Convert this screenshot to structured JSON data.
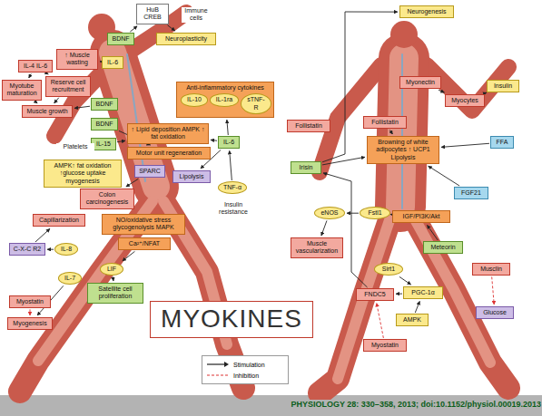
{
  "diagram": {
    "nodes": [
      {
        "text": [
          "HuB CREB"
        ]
      },
      {
        "text": [
          "BDNF"
        ]
      },
      {
        "text": [
          "Neuroplasticity"
        ]
      },
      {
        "text": [
          "↑ Muscle wasting"
        ]
      },
      {
        "text": [
          "IL-4 IL-6"
        ]
      },
      {
        "text": [
          "IL-6"
        ]
      },
      {
        "text": [
          "Myotube maturation"
        ]
      },
      {
        "text": [
          "Reserve cell recruitment"
        ]
      },
      {
        "text": [
          "Muscle growth"
        ]
      },
      {
        "text": [
          "BDNF"
        ]
      },
      {
        "text": [
          "BDNF"
        ]
      },
      {
        "text": [
          "IL-15"
        ]
      },
      {
        "text": [
          "Anti-inflammatory cytokines"
        ]
      },
      {
        "text": [
          "IL-10"
        ],
        "in": 12
      },
      {
        "text": [
          "IL-1ra"
        ],
        "in": 12
      },
      {
        "text": [
          "sTNF-R"
        ],
        "in": 12
      },
      {
        "text": [
          "↑ Lipid deposition AMPK ↑ fat oxidation"
        ]
      },
      {
        "text": [
          "Motor unit regeneration"
        ]
      },
      {
        "text": [
          "IL-6"
        ]
      },
      {
        "text": [
          "AMPK↑ fat oxidation ↑glucose uptake myogenesis"
        ]
      },
      {
        "text": [
          "SPARC"
        ]
      },
      {
        "text": [
          "Lipolysis"
        ]
      },
      {
        "text": [
          "Colon carcinogenesis"
        ]
      },
      {
        "text": [
          "TNF-α"
        ]
      },
      {
        "text": [
          "Capillarization"
        ]
      },
      {
        "text": [
          "NO/oxidative stress glycogenolysis MAPK"
        ]
      },
      {
        "text": [
          "Ca²⁺/NFAT"
        ]
      },
      {
        "text": [
          "C-X-C R2"
        ]
      },
      {
        "text": [
          "IL-8"
        ]
      },
      {
        "text": [
          "LIF"
        ]
      },
      {
        "text": [
          "Satellite cell proliferation"
        ]
      },
      {
        "text": [
          "IL-7"
        ]
      },
      {
        "text": [
          "Myostatin"
        ]
      },
      {
        "text": [
          "Myogenesis"
        ]
      },
      {
        "text": [
          "MYOKINES"
        ]
      },
      {
        "text": [
          "Neurogenesis"
        ]
      },
      {
        "text": [
          "Myonectin"
        ]
      },
      {
        "text": [
          "Myocytes"
        ]
      },
      {
        "text": [
          "Insulin"
        ]
      },
      {
        "text": [
          "Follistatin"
        ]
      },
      {
        "text": [
          "Follistatin"
        ]
      },
      {
        "text": [
          "Browning of white adipocytes ↑ UCP1 Lipolysis"
        ]
      },
      {
        "text": [
          "FFA"
        ]
      },
      {
        "text": [
          "Irisin"
        ]
      },
      {
        "text": [
          "FGF21"
        ]
      },
      {
        "text": [
          "IGF/PI3K/Akt"
        ]
      },
      {
        "text": [
          "eNOS"
        ]
      },
      {
        "text": [
          "Fstl1"
        ]
      },
      {
        "text": [
          "Muscle vascularization"
        ]
      },
      {
        "text": [
          "Sirt1"
        ]
      },
      {
        "text": [
          "Meteorin"
        ]
      },
      {
        "text": [
          "Musclin"
        ]
      },
      {
        "text": [
          "FNDC5"
        ]
      },
      {
        "text": [
          "PGC-1α"
        ]
      },
      {
        "text": [
          "AMPK"
        ]
      },
      {
        "text": [
          "Myostatin"
        ]
      },
      {
        "text": [
          "Glucose"
        ]
      }
    ],
    "edges": [
      {
        "from": 1,
        "to": 0,
        "arrow": "to"
      },
      {
        "from": 0,
        "to": 2,
        "arrow": "to"
      },
      {
        "from": 5,
        "to": 3,
        "arrow": "to"
      },
      {
        "from": 4,
        "to": 6,
        "arrow": "to"
      },
      {
        "from": 4,
        "to": 7,
        "arrow": "to"
      },
      {
        "from": 6,
        "to": 8,
        "arrow": "to"
      },
      {
        "from": 7,
        "to": 8,
        "arrow": "to"
      },
      {
        "from": 9,
        "to": 8,
        "arrow": "to"
      },
      {
        "from": 11,
        "to": 16,
        "arrow": "to"
      },
      {
        "from": 10,
        "to": 17,
        "arrow": "to"
      },
      {
        "from": 18,
        "to": 12,
        "arrow": "to"
      },
      {
        "from": 18,
        "to": 16,
        "arrow": "to"
      },
      {
        "from": 20,
        "to": 22,
        "arrow": "to"
      },
      {
        "from": 18,
        "to": 21,
        "arrow": "to"
      },
      {
        "from": 28,
        "to": 27,
        "arrow": "to"
      },
      {
        "from": 27,
        "to": 24,
        "arrow": "to"
      },
      {
        "from": 29,
        "to": 30,
        "arrow": "to"
      },
      {
        "from": 31,
        "to": 33,
        "arrow": "to"
      },
      {
        "from": 32,
        "to": 33,
        "arrow": "to"
      },
      {
        "from": 43,
        "to": 41,
        "arrow": "to"
      },
      {
        "from": 40,
        "to": 41,
        "arrow": "to"
      },
      {
        "from": 43,
        "to": 35,
        "arrow": "to"
      },
      {
        "from": 36,
        "to": 37,
        "arrow": "to"
      },
      {
        "from": 38,
        "to": 37,
        "arrow": "to"
      },
      {
        "from": 42,
        "to": 41,
        "arrow": "to"
      },
      {
        "from": 44,
        "to": 41,
        "arrow": "to"
      },
      {
        "from": 47,
        "to": 46,
        "arrow": "to"
      },
      {
        "from": 46,
        "to": 48,
        "arrow": "to"
      },
      {
        "from": 47,
        "to": 45,
        "arrow": "to"
      },
      {
        "from": 52,
        "to": 43,
        "arrow": "to"
      },
      {
        "from": 53,
        "to": 52,
        "arrow": "to"
      },
      {
        "from": 54,
        "to": 53,
        "arrow": "to"
      },
      {
        "from": 49,
        "to": 53,
        "arrow": "to"
      },
      {
        "from": 51,
        "to": 56,
        "arrow": "to"
      },
      {
        "from": 55,
        "to": 52,
        "arrow": "to"
      },
      {
        "from": 26,
        "to": 29,
        "arrow": "to"
      },
      {
        "from": 23,
        "to": 18,
        "arrow": "to"
      },
      {
        "from": 50,
        "to": 45,
        "arrow": "to"
      }
    ],
    "labels": [
      "Immune cells",
      "Platelets",
      "Insulin resistance",
      "PHYSIOLOGY 28: 330–358, 2013; doi:10.1152/physiol.00019.2013"
    ],
    "legend": [
      {
        "text": "Stimulation"
      },
      {
        "text": "Inhibition"
      }
    ]
  }
}
